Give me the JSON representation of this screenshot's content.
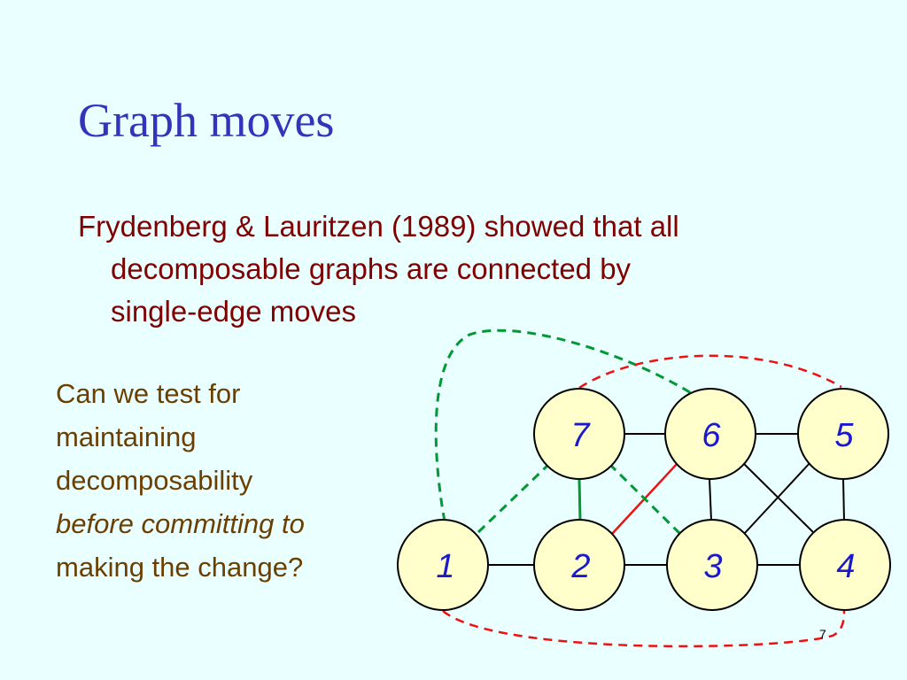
{
  "slide": {
    "title": "Graph moves",
    "paragraph": {
      "line1": "Frydenberg & Lauritzen (1989) showed that all",
      "line2": "decomposable graphs are connected by",
      "line3": "single-edge moves"
    },
    "question": {
      "line1": "Can we test for",
      "line2": "maintaining",
      "line3": "decomposability",
      "line4": "before committing to",
      "line5": "making the change?"
    },
    "page_number": "7"
  },
  "graph": {
    "nodes": [
      {
        "id": "7",
        "label": "7"
      },
      {
        "id": "6",
        "label": "6"
      },
      {
        "id": "5",
        "label": "5"
      },
      {
        "id": "1",
        "label": "1"
      },
      {
        "id": "2",
        "label": "2"
      },
      {
        "id": "3",
        "label": "3"
      },
      {
        "id": "4",
        "label": "4"
      }
    ],
    "colors": {
      "node_fill": "#ffffcc",
      "node_stroke": "#000000",
      "edge": "#000000",
      "green": "#009933",
      "red": "#ee1111"
    }
  }
}
